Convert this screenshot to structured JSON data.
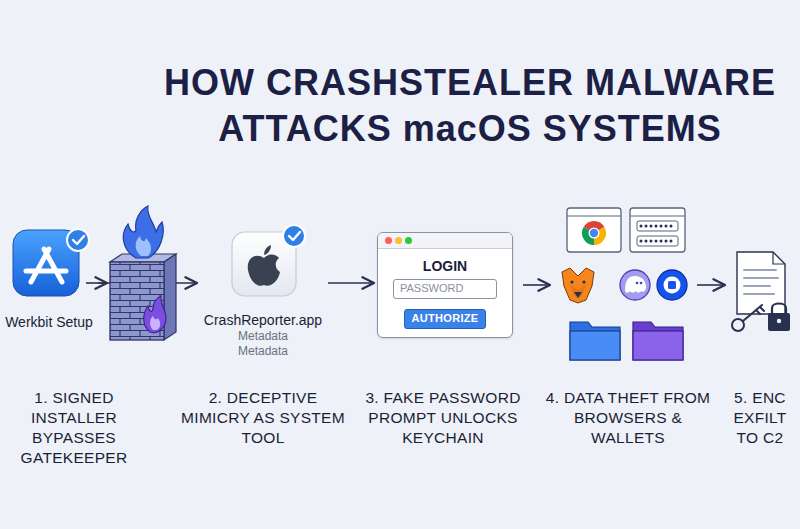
{
  "diagram": {
    "title": "HOW CRASHSTEALER MALWARE ATTACKS macOS SYSTEMS",
    "nodes": [
      {
        "text": [
          "Werkbit Setup"
        ]
      },
      {
        "text": [
          "CrashReporter.app",
          "Metadata",
          "Metadata"
        ]
      },
      {
        "text": [
          "LOGIN"
        ]
      },
      {
        "text": [
          "PASSWORD"
        ],
        "in": 2
      },
      {
        "text": [
          "AUTHORIZE"
        ],
        "in": 2
      }
    ],
    "edges": [
      {
        "from": 0,
        "to": 1,
        "arrow": "to"
      },
      {
        "from": 1,
        "to": 2,
        "arrow": "to"
      }
    ],
    "labels": [
      "1. SIGNED INSTALLER BYPASSES GATEKEEPER",
      "2. DECEPTIVE MIMICRY AS SYSTEM TOOL",
      "3. FAKE PASSWORD PROMPT UNLOCKS KEYCHAIN",
      "4. DATA THEFT FROM BROWSERS & WALLETS",
      "5. ENC EXFILT TO C2"
    ]
  }
}
